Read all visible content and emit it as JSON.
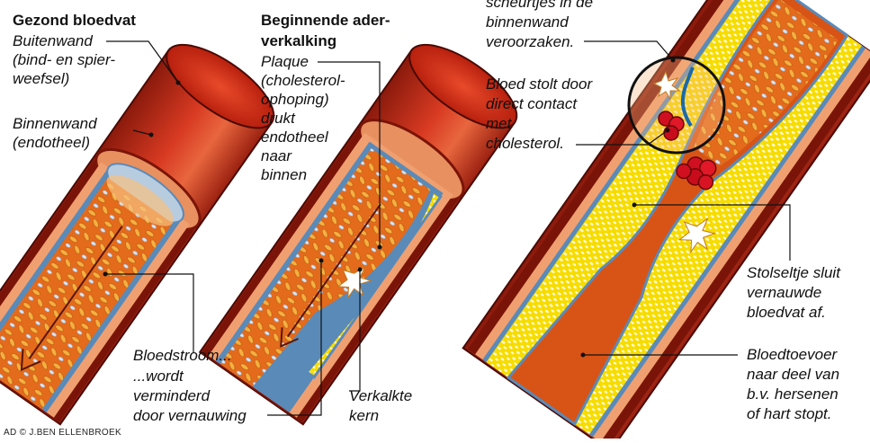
{
  "panels": [
    {
      "title": "Gezond bloedvat",
      "labels": {
        "outer_wall": [
          "Buitenwand",
          "(bind- en spier-",
          "weefsel)"
        ],
        "inner_wall": [
          "Binnenwand",
          "(endotheel)"
        ],
        "bloodstream": [
          "Bloedstroom..."
        ]
      }
    },
    {
      "title": [
        "Beginnende ader-",
        "verkalking"
      ],
      "labels": {
        "plaque": [
          "Plaque",
          "(cholesterol-",
          "ophoping)",
          "drukt",
          "endotheel",
          "naar",
          "binnen"
        ],
        "reduced": [
          "...wordt",
          "verminderd",
          "door vernauwing"
        ],
        "core": [
          "Verkalkte",
          "kern"
        ]
      }
    },
    {
      "labels": {
        "tears": [
          "scheurtjes in de",
          "binnenwand",
          "veroorzaken."
        ],
        "clotting": [
          "Bloed stolt door",
          "direct contact",
          "met",
          "cholesterol."
        ],
        "clot": [
          "Stolseltje sluit",
          "vernauwde",
          "bloedvat af."
        ],
        "supply": [
          "Bloedtoevoer",
          "naar deel van",
          "b.v. hersenen",
          "of hart stopt."
        ]
      }
    }
  ],
  "credit": "AD © J.BEN ELLENBROEK",
  "colors": {
    "outer_wall": "#c8231a",
    "wall_edge": "#7a1408",
    "tissue": "#f0a070",
    "endothelium": "#5a8ab8",
    "plaque": "#f5d800",
    "blood": "#e06018",
    "rbc": "#f0a830",
    "clot": "#d01020"
  }
}
